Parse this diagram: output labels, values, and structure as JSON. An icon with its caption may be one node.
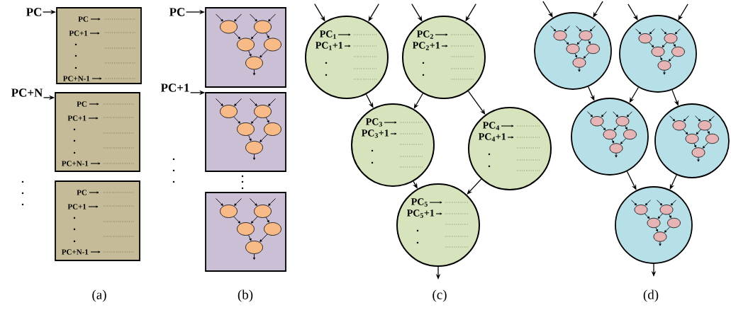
{
  "diagram": {
    "nodes": [
      {
        "text": [
          "PC"
        ]
      },
      {
        "text": [
          "PC",
          "PC+1",
          "PC+N-1"
        ]
      },
      {
        "text": [
          "PC+N"
        ]
      },
      {
        "text": [
          "PC",
          "PC+1",
          "PC+N-1"
        ]
      },
      {
        "text": [
          "PC",
          "PC+1",
          "PC+N-1"
        ]
      },
      {
        "text": [
          "PC"
        ]
      },
      {
        "text": [],
        "shape": "box"
      },
      {
        "text": [],
        "shape": "ellipse",
        "in": 6
      },
      {
        "text": [],
        "shape": "ellipse",
        "in": 6
      },
      {
        "text": [],
        "shape": "ellipse",
        "in": 6
      },
      {
        "text": [],
        "shape": "ellipse",
        "in": 6
      },
      {
        "text": [],
        "shape": "ellipse",
        "in": 6
      },
      {
        "text": [
          "PC+1"
        ]
      },
      {
        "text": [],
        "shape": "box"
      },
      {
        "text": [],
        "shape": "ellipse",
        "in": 13
      },
      {
        "text": [],
        "shape": "ellipse",
        "in": 13
      },
      {
        "text": [],
        "shape": "ellipse",
        "in": 13
      },
      {
        "text": [],
        "shape": "ellipse",
        "in": 13
      },
      {
        "text": [],
        "shape": "ellipse",
        "in": 13
      },
      {
        "text": [],
        "shape": "box"
      },
      {
        "text": [],
        "shape": "ellipse",
        "in": 19
      },
      {
        "text": [],
        "shape": "ellipse",
        "in": 19
      },
      {
        "text": [],
        "shape": "ellipse",
        "in": 19
      },
      {
        "text": [],
        "shape": "ellipse",
        "in": 19
      },
      {
        "text": [],
        "shape": "ellipse",
        "in": 19
      },
      {
        "text": [
          "PC$_{1}$",
          "PC$_{1}$+1"
        ]
      },
      {
        "text": [
          "PC$_{2}$",
          "PC$_{2}$+1"
        ]
      },
      {
        "text": [
          "PC$_{3}$",
          "PC$_{3}$+1"
        ]
      },
      {
        "text": [
          "PC$_{4}$",
          "PC$_{4}$+1"
        ]
      },
      {
        "text": [
          "PC$_{5}$",
          "PC$_{5}$+1"
        ]
      },
      {
        "text": [],
        "shape": "circle"
      },
      {
        "text": [],
        "shape": "ellipse",
        "in": 30
      },
      {
        "text": [],
        "shape": "ellipse",
        "in": 30
      },
      {
        "text": [],
        "shape": "ellipse",
        "in": 30
      },
      {
        "text": [],
        "shape": "ellipse",
        "in": 30
      },
      {
        "text": [],
        "shape": "ellipse",
        "in": 30
      },
      {
        "text": [],
        "shape": "circle"
      },
      {
        "text": [],
        "shape": "ellipse",
        "in": 36
      },
      {
        "text": [],
        "shape": "ellipse",
        "in": 36
      },
      {
        "text": [],
        "shape": "ellipse",
        "in": 36
      },
      {
        "text": [],
        "shape": "ellipse",
        "in": 36
      },
      {
        "text": [],
        "shape": "ellipse",
        "in": 36
      },
      {
        "text": [],
        "shape": "circle"
      },
      {
        "text": [],
        "shape": "ellipse",
        "in": 42
      },
      {
        "text": [],
        "shape": "ellipse",
        "in": 42
      },
      {
        "text": [],
        "shape": "ellipse",
        "in": 42
      },
      {
        "text": [],
        "shape": "ellipse",
        "in": 42
      },
      {
        "text": [],
        "shape": "ellipse",
        "in": 42
      },
      {
        "text": [],
        "shape": "circle"
      },
      {
        "text": [],
        "shape": "ellipse",
        "in": 48
      },
      {
        "text": [],
        "shape": "ellipse",
        "in": 48
      },
      {
        "text": [],
        "shape": "ellipse",
        "in": 48
      },
      {
        "text": [],
        "shape": "ellipse",
        "in": 48
      },
      {
        "text": [],
        "shape": "ellipse",
        "in": 48
      },
      {
        "text": [],
        "shape": "circle"
      },
      {
        "text": [],
        "shape": "ellipse",
        "in": 54
      },
      {
        "text": [],
        "shape": "ellipse",
        "in": 54
      },
      {
        "text": [],
        "shape": "ellipse",
        "in": 54
      },
      {
        "text": [],
        "shape": "ellipse",
        "in": 54
      },
      {
        "text": [],
        "shape": "ellipse",
        "in": 54
      }
    ],
    "edges": [
      {
        "from": 0,
        "to": 1,
        "arrow": "to"
      },
      {
        "from": 2,
        "to": 3,
        "arrow": "to"
      },
      {
        "from": 5,
        "to": 6,
        "arrow": "to"
      },
      {
        "from": 12,
        "to": 13,
        "arrow": "to"
      },
      {
        "from": null,
        "to": 7,
        "arrow": "to"
      },
      {
        "from": null,
        "to": 7,
        "arrow": "to"
      },
      {
        "from": null,
        "to": 8,
        "arrow": "to"
      },
      {
        "from": null,
        "to": 8,
        "arrow": "to"
      },
      {
        "from": 7,
        "to": 9,
        "arrow": "to"
      },
      {
        "from": 8,
        "to": 9,
        "arrow": "to"
      },
      {
        "from": 8,
        "to": 10,
        "arrow": "to"
      },
      {
        "from": 9,
        "to": 11,
        "arrow": "to"
      },
      {
        "from": 10,
        "to": 11,
        "arrow": "to"
      },
      {
        "from": 11,
        "to": null,
        "arrow": "to"
      },
      {
        "from": null,
        "to": 14,
        "arrow": "to"
      },
      {
        "from": null,
        "to": 14,
        "arrow": "to"
      },
      {
        "from": null,
        "to": 15,
        "arrow": "to"
      },
      {
        "from": null,
        "to": 15,
        "arrow": "to"
      },
      {
        "from": 14,
        "to": 16,
        "arrow": "to"
      },
      {
        "from": 15,
        "to": 16,
        "arrow": "to"
      },
      {
        "from": 15,
        "to": 17,
        "arrow": "to"
      },
      {
        "from": 16,
        "to": 18,
        "arrow": "to"
      },
      {
        "from": 17,
        "to": 18,
        "arrow": "to"
      },
      {
        "from": 18,
        "to": null,
        "arrow": "to"
      },
      {
        "from": null,
        "to": 20,
        "arrow": "to"
      },
      {
        "from": null,
        "to": 20,
        "arrow": "to"
      },
      {
        "from": null,
        "to": 21,
        "arrow": "to"
      },
      {
        "from": null,
        "to": 21,
        "arrow": "to"
      },
      {
        "from": 20,
        "to": 22,
        "arrow": "to"
      },
      {
        "from": 21,
        "to": 22,
        "arrow": "to"
      },
      {
        "from": 21,
        "to": 23,
        "arrow": "to"
      },
      {
        "from": 22,
        "to": 24,
        "arrow": "to"
      },
      {
        "from": 23,
        "to": 24,
        "arrow": "to"
      },
      {
        "from": 24,
        "to": null,
        "arrow": "to"
      },
      {
        "from": null,
        "to": 25,
        "arrow": "to"
      },
      {
        "from": null,
        "to": 25,
        "arrow": "to"
      },
      {
        "from": null,
        "to": 26,
        "arrow": "to"
      },
      {
        "from": null,
        "to": 26,
        "arrow": "to"
      },
      {
        "from": 25,
        "to": 27,
        "arrow": "to"
      },
      {
        "from": 26,
        "to": 27,
        "arrow": "to"
      },
      {
        "from": 26,
        "to": 28,
        "arrow": "to"
      },
      {
        "from": 27,
        "to": 29,
        "arrow": "to"
      },
      {
        "from": 28,
        "to": 29,
        "arrow": "to"
      },
      {
        "from": 29,
        "to": null,
        "arrow": "to"
      },
      {
        "from": null,
        "to": 30,
        "arrow": "to"
      },
      {
        "from": null,
        "to": 30,
        "arrow": "to"
      },
      {
        "from": null,
        "to": 36,
        "arrow": "to"
      },
      {
        "from": null,
        "to": 36,
        "arrow": "to"
      },
      {
        "from": 30,
        "to": 42,
        "arrow": "to"
      },
      {
        "from": 36,
        "to": 42,
        "arrow": "to"
      },
      {
        "from": 36,
        "to": 48,
        "arrow": "to"
      },
      {
        "from": 42,
        "to": 54,
        "arrow": "to"
      },
      {
        "from": 48,
        "to": 54,
        "arrow": "to"
      },
      {
        "from": 54,
        "to": null,
        "arrow": "to"
      },
      {
        "from": null,
        "to": 31,
        "arrow": "to"
      },
      {
        "from": null,
        "to": 31,
        "arrow": "to"
      },
      {
        "from": null,
        "to": 32,
        "arrow": "to"
      },
      {
        "from": null,
        "to": 32,
        "arrow": "to"
      },
      {
        "from": 31,
        "to": 33,
        "arrow": "to"
      },
      {
        "from": 32,
        "to": 33,
        "arrow": "to"
      },
      {
        "from": 32,
        "to": 34,
        "arrow": "to"
      },
      {
        "from": 33,
        "to": 35,
        "arrow": "to"
      },
      {
        "from": 34,
        "to": 35,
        "arrow": "to"
      },
      {
        "from": 35,
        "to": null,
        "arrow": "to"
      },
      {
        "from": null,
        "to": 37,
        "arrow": "to"
      },
      {
        "from": null,
        "to": 37,
        "arrow": "to"
      },
      {
        "from": null,
        "to": 38,
        "arrow": "to"
      },
      {
        "from": null,
        "to": 38,
        "arrow": "to"
      },
      {
        "from": 37,
        "to": 39,
        "arrow": "to"
      },
      {
        "from": 38,
        "to": 39,
        "arrow": "to"
      },
      {
        "from": 38,
        "to": 40,
        "arrow": "to"
      },
      {
        "from": 39,
        "to": 41,
        "arrow": "to"
      },
      {
        "from": 40,
        "to": 41,
        "arrow": "to"
      },
      {
        "from": 41,
        "to": null,
        "arrow": "to"
      },
      {
        "from": null,
        "to": 43,
        "arrow": "to"
      },
      {
        "from": null,
        "to": 43,
        "arrow": "to"
      },
      {
        "from": null,
        "to": 44,
        "arrow": "to"
      },
      {
        "from": null,
        "to": 44,
        "arrow": "to"
      },
      {
        "from": 43,
        "to": 45,
        "arrow": "to"
      },
      {
        "from": 44,
        "to": 45,
        "arrow": "to"
      },
      {
        "from": 44,
        "to": 46,
        "arrow": "to"
      },
      {
        "from": 45,
        "to": 47,
        "arrow": "to"
      },
      {
        "from": 46,
        "to": 47,
        "arrow": "to"
      },
      {
        "from": 47,
        "to": null,
        "arrow": "to"
      },
      {
        "from": null,
        "to": 49,
        "arrow": "to"
      },
      {
        "from": null,
        "to": 49,
        "arrow": "to"
      },
      {
        "from": null,
        "to": 50,
        "arrow": "to"
      },
      {
        "from": null,
        "to": 50,
        "arrow": "to"
      },
      {
        "from": 49,
        "to": 51,
        "arrow": "to"
      },
      {
        "from": 50,
        "to": 51,
        "arrow": "to"
      },
      {
        "from": 50,
        "to": 52,
        "arrow": "to"
      },
      {
        "from": 51,
        "to": 53,
        "arrow": "to"
      },
      {
        "from": 52,
        "to": 53,
        "arrow": "to"
      },
      {
        "from": 53,
        "to": null,
        "arrow": "to"
      },
      {
        "from": null,
        "to": 55,
        "arrow": "to"
      },
      {
        "from": null,
        "to": 55,
        "arrow": "to"
      },
      {
        "from": null,
        "to": 56,
        "arrow": "to"
      },
      {
        "from": null,
        "to": 56,
        "arrow": "to"
      },
      {
        "from": 55,
        "to": 57,
        "arrow": "to"
      },
      {
        "from": 56,
        "to": 57,
        "arrow": "to"
      },
      {
        "from": 56,
        "to": 58,
        "arrow": "to"
      },
      {
        "from": 57,
        "to": 59,
        "arrow": "to"
      },
      {
        "from": 58,
        "to": 59,
        "arrow": "to"
      },
      {
        "from": 59,
        "to": null,
        "arrow": "to"
      }
    ],
    "labels": [
      "(a)",
      "(b)",
      "(c)",
      "(d)"
    ]
  }
}
